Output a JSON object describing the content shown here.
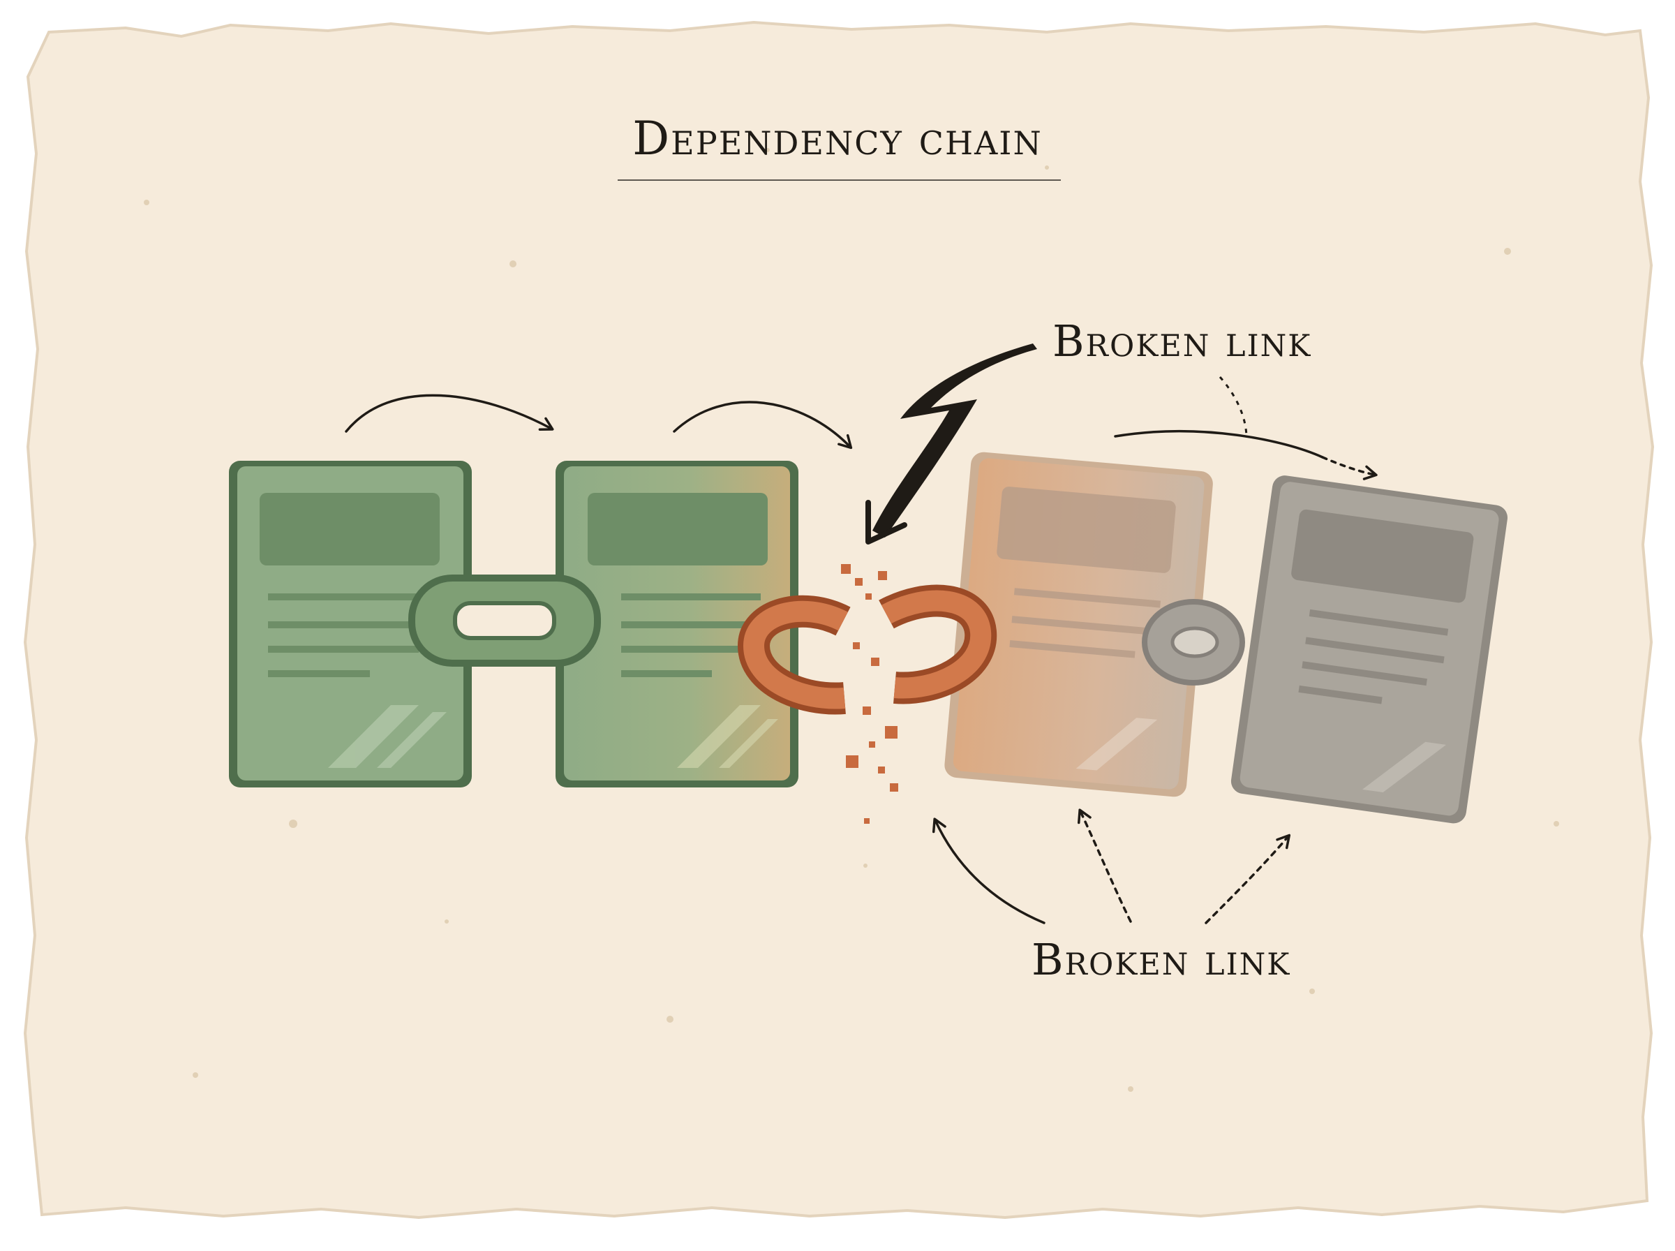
{
  "diagram": {
    "title": "Dependency chain",
    "labels": {
      "top": "Broken link",
      "bottom": "Broken link"
    },
    "nodes": [
      {
        "id": "doc-1",
        "state": "linked",
        "color": "#8fac86"
      },
      {
        "id": "doc-2",
        "state": "linked",
        "color": "#8fac86"
      },
      {
        "id": "doc-3",
        "state": "broken",
        "color": "#d6ae8e"
      },
      {
        "id": "doc-4",
        "state": "broken",
        "color": "#aaa59c"
      }
    ],
    "links": [
      {
        "from": "doc-1",
        "to": "doc-2",
        "state": "intact",
        "color": "#7f9f75"
      },
      {
        "from": "doc-2",
        "to": "doc-3",
        "state": "broken",
        "color": "#d2794b"
      },
      {
        "from": "doc-3",
        "to": "doc-4",
        "state": "intact-faded",
        "color": "#a6a199"
      }
    ],
    "colors": {
      "paper": "#f6ebdb",
      "ink": "#1f1b16",
      "green": "#8fac86",
      "green_dark": "#4f6e4c",
      "rust": "#d2794b",
      "rust_dark": "#9b4a26",
      "grey": "#aaa59c"
    }
  }
}
